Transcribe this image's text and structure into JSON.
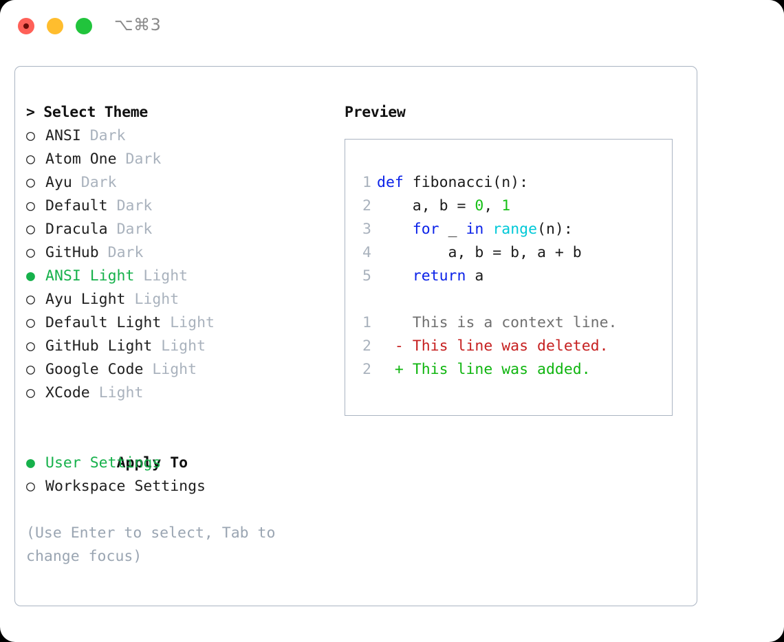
{
  "titlebar": {
    "traffic_lights": [
      "close-red",
      "minimize-yellow",
      "maximize-green"
    ],
    "shortcut": "⌥⌘3"
  },
  "theme_picker": {
    "heading": "> Select Theme",
    "bullet_selected": "●",
    "bullet_unselected": "○",
    "items": [
      {
        "bullet": "○",
        "name": "ANSI",
        "kind": "Dark",
        "selected": false
      },
      {
        "bullet": "○",
        "name": "Atom One",
        "kind": "Dark",
        "selected": false
      },
      {
        "bullet": "○",
        "name": "Ayu",
        "kind": "Dark",
        "selected": false
      },
      {
        "bullet": "○",
        "name": "Default",
        "kind": "Dark",
        "selected": false
      },
      {
        "bullet": "○",
        "name": "Dracula",
        "kind": "Dark",
        "selected": false
      },
      {
        "bullet": "○",
        "name": "GitHub",
        "kind": "Dark",
        "selected": false
      },
      {
        "bullet": "●",
        "name": "ANSI Light",
        "kind": "Light",
        "selected": true
      },
      {
        "bullet": "○",
        "name": "Ayu Light",
        "kind": "Light",
        "selected": false
      },
      {
        "bullet": "○",
        "name": "Default Light",
        "kind": "Light",
        "selected": false
      },
      {
        "bullet": "○",
        "name": "GitHub Light",
        "kind": "Light",
        "selected": false
      },
      {
        "bullet": "○",
        "name": "Google Code",
        "kind": "Light",
        "selected": false
      },
      {
        "bullet": "○",
        "name": "XCode",
        "kind": "Light",
        "selected": false
      }
    ]
  },
  "apply_to": {
    "heading": "Apply To",
    "options": [
      {
        "bullet": "●",
        "label": "User Settings",
        "selected": true
      },
      {
        "bullet": "○",
        "label": "Workspace Settings",
        "selected": false
      }
    ]
  },
  "hint": "(Use Enter to select, Tab to change focus)",
  "preview": {
    "title": "Preview",
    "code_lines": [
      {
        "no": "1",
        "segments": [
          {
            "t": "def ",
            "c": "kw"
          },
          {
            "t": "fibonacci(n):",
            "c": ""
          }
        ]
      },
      {
        "no": "2",
        "segments": [
          {
            "t": "    a, b = ",
            "c": ""
          },
          {
            "t": "0",
            "c": "num"
          },
          {
            "t": ", ",
            "c": ""
          },
          {
            "t": "1",
            "c": "num"
          }
        ]
      },
      {
        "no": "3",
        "segments": [
          {
            "t": "    ",
            "c": ""
          },
          {
            "t": "for",
            "c": "kw"
          },
          {
            "t": " _ ",
            "c": ""
          },
          {
            "t": "in",
            "c": "kw"
          },
          {
            "t": " ",
            "c": ""
          },
          {
            "t": "range",
            "c": "fn"
          },
          {
            "t": "(n):",
            "c": ""
          }
        ]
      },
      {
        "no": "4",
        "segments": [
          {
            "t": "        a, b = b, a + b",
            "c": ""
          }
        ]
      },
      {
        "no": "5",
        "segments": [
          {
            "t": "    ",
            "c": ""
          },
          {
            "t": "return",
            "c": "kw"
          },
          {
            "t": " a",
            "c": ""
          }
        ]
      }
    ],
    "diff_lines": [
      {
        "no": "1",
        "marker": "  ",
        "text": "This is a context line.",
        "kind": "diff-ctx"
      },
      {
        "no": "2",
        "marker": "- ",
        "text": "This line was deleted.",
        "kind": "diff-del"
      },
      {
        "no": "2",
        "marker": "+ ",
        "text": "This line was added.",
        "kind": "diff-add"
      }
    ]
  },
  "colors": {
    "accent_green": "#16b14b",
    "keyword_blue": "#0b22e8",
    "function_cyan": "#00c8d7",
    "number_green": "#17c117",
    "diff_delete_red": "#c62020",
    "diff_add_green": "#10b510",
    "muted_gray": "#a9b2bd",
    "border": "#aab4c2"
  }
}
